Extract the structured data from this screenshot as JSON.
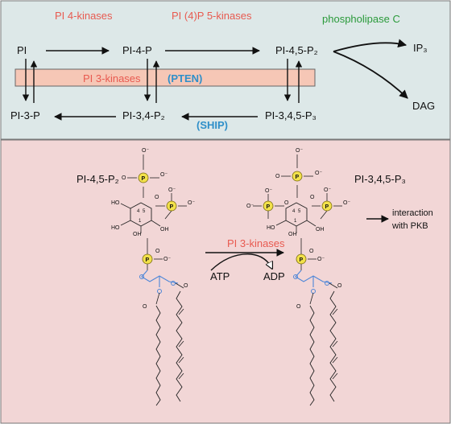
{
  "top": {
    "enzymes": {
      "pi4k": "PI 4-kinases",
      "pi4p5k": "PI (4)P 5-kinases",
      "plc": "phospholipase C",
      "pi3k": "PI 3-kinases",
      "pten": "(PTEN)",
      "ship": "(SHIP)"
    },
    "metabolites": {
      "pi": "PI",
      "pi4p": "PI-4-P",
      "pi45p2": "PI-4,5-P₂",
      "pi3p": "PI-3-P",
      "pi34p2": "PI-3,4-P₂",
      "pi345p3": "PI-3,4,5-P₃"
    },
    "products": {
      "ip3": "IP₃",
      "dag": "DAG"
    }
  },
  "bottom": {
    "left_label": "PI-4,5-P₂",
    "right_label": "PI-3,4,5-P₃",
    "enzyme": "PI 3-kinases",
    "atp": "ATP",
    "adp": "ADP",
    "interaction_line1": "interaction",
    "interaction_line2": "with PKB"
  },
  "colors": {
    "top_panel_bg": "#dde8e8",
    "bottom_panel_bg": "#f2d6d6",
    "pi3k_bar": "#f6c7b6",
    "enzyme_red": "#e85a50",
    "enzyme_blue": "#2f8fc9",
    "enzyme_green": "#2a9a3a",
    "phosphate_yellow": "#f2e14a",
    "glycerol_blue": "#4d86d8"
  }
}
